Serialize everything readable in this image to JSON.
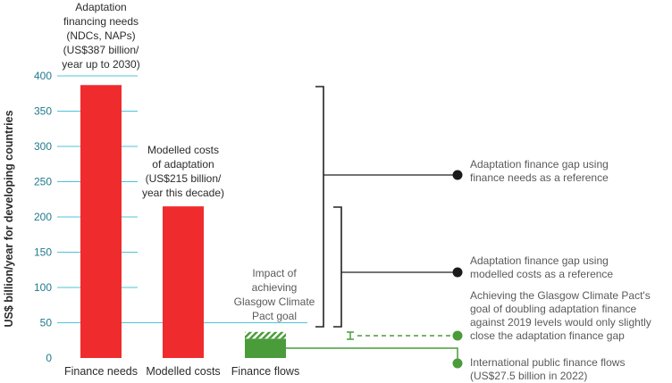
{
  "colors": {
    "bar": "#ef2b2d",
    "flows": "#4a9c3a",
    "grid": "#4fc3d9",
    "tick": "#1f7a8c",
    "bracket": "#222222"
  },
  "chart_data": {
    "type": "bar",
    "ylabel": "US$ billion/year for developing countries",
    "ylim": [
      0,
      400
    ],
    "yticks": [
      0,
      50,
      100,
      150,
      200,
      250,
      300,
      350,
      400
    ],
    "categories": [
      "Finance needs",
      "Modelled costs",
      "Finance flows"
    ],
    "values": [
      387,
      215,
      27.5
    ],
    "glasgow_increment": [
      27.5,
      37
    ],
    "bar_labels": {
      "needs": [
        "Adaptation",
        "financing needs",
        "(NDCs, NAPs)",
        "(US$387 billion/",
        "year up to 2030)"
      ],
      "costs": [
        "Modelled costs",
        "of adaptation",
        "(US$215 billion/",
        "year this decade)"
      ],
      "glasgow": [
        "Impact of",
        "achieving",
        "Glasgow Climate",
        "Pact goal"
      ]
    },
    "annotations": {
      "gap_needs": [
        "Adaptation finance gap using",
        "finance needs as a reference"
      ],
      "gap_costs": [
        "Adaptation finance gap using",
        "modelled costs as a reference"
      ],
      "glasgow_gap": [
        "Achieving the Glasgow Climate Pact's",
        "goal of doubling adaptation finance",
        "against 2019 levels would only slightly",
        "close the adaptation finance gap"
      ],
      "flows": [
        "International public finance flows",
        "(US$27.5 billion in 2022)"
      ]
    }
  }
}
